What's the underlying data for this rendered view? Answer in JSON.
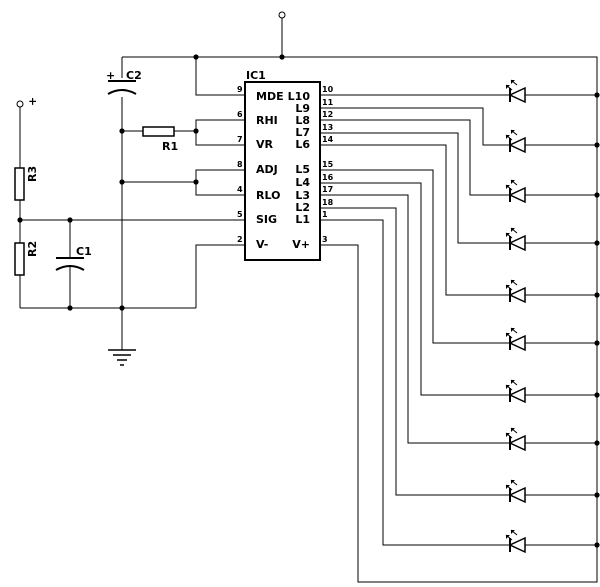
{
  "ic": {
    "ref": "IC1",
    "left_pins": [
      {
        "number": "9",
        "label": "MDE"
      },
      {
        "number": "6",
        "label": "RHI"
      },
      {
        "number": "7",
        "label": "VR"
      },
      {
        "number": "8",
        "label": "ADJ"
      },
      {
        "number": "4",
        "label": "RLO"
      },
      {
        "number": "5",
        "label": "SIG"
      },
      {
        "number": "2",
        "label": "V-"
      }
    ],
    "right_pins": [
      {
        "number": "10",
        "label": "L10"
      },
      {
        "number": "11",
        "label": "L9"
      },
      {
        "number": "12",
        "label": "L8"
      },
      {
        "number": "13",
        "label": "L7"
      },
      {
        "number": "14",
        "label": "L6"
      },
      {
        "number": "15",
        "label": "L5"
      },
      {
        "number": "16",
        "label": "L4"
      },
      {
        "number": "17",
        "label": "L3"
      },
      {
        "number": "18",
        "label": "L2"
      },
      {
        "number": "1",
        "label": "L1"
      },
      {
        "number": "3",
        "label": "V+"
      }
    ]
  },
  "components": {
    "c2": {
      "ref": "C2",
      "polarity": "+"
    },
    "r1": {
      "ref": "R1"
    },
    "r2": {
      "ref": "R2"
    },
    "r3": {
      "ref": "R3"
    },
    "c1": {
      "ref": "C1"
    }
  },
  "supply": {
    "positive_symbol": "+"
  },
  "leds": {
    "count": 10
  }
}
